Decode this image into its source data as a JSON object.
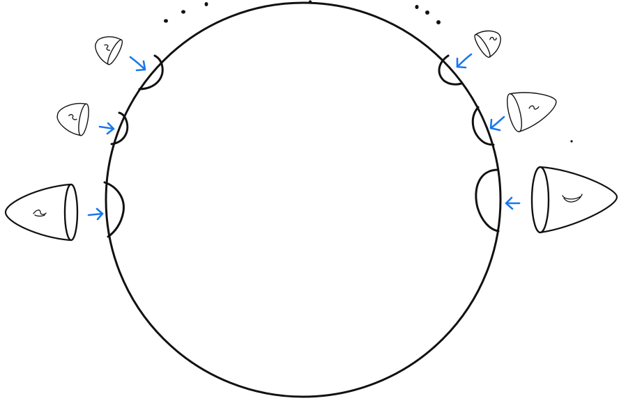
{
  "diagram": {
    "description_free": true,
    "colors": {
      "outline": "#111111",
      "arrow": "#1877ee",
      "background": "#ffffff"
    },
    "elements": {
      "circle": "circle-outline",
      "emitters_left_count": 3,
      "emitters_right_count": 3,
      "ellipsis_groups_count": 2
    }
  }
}
